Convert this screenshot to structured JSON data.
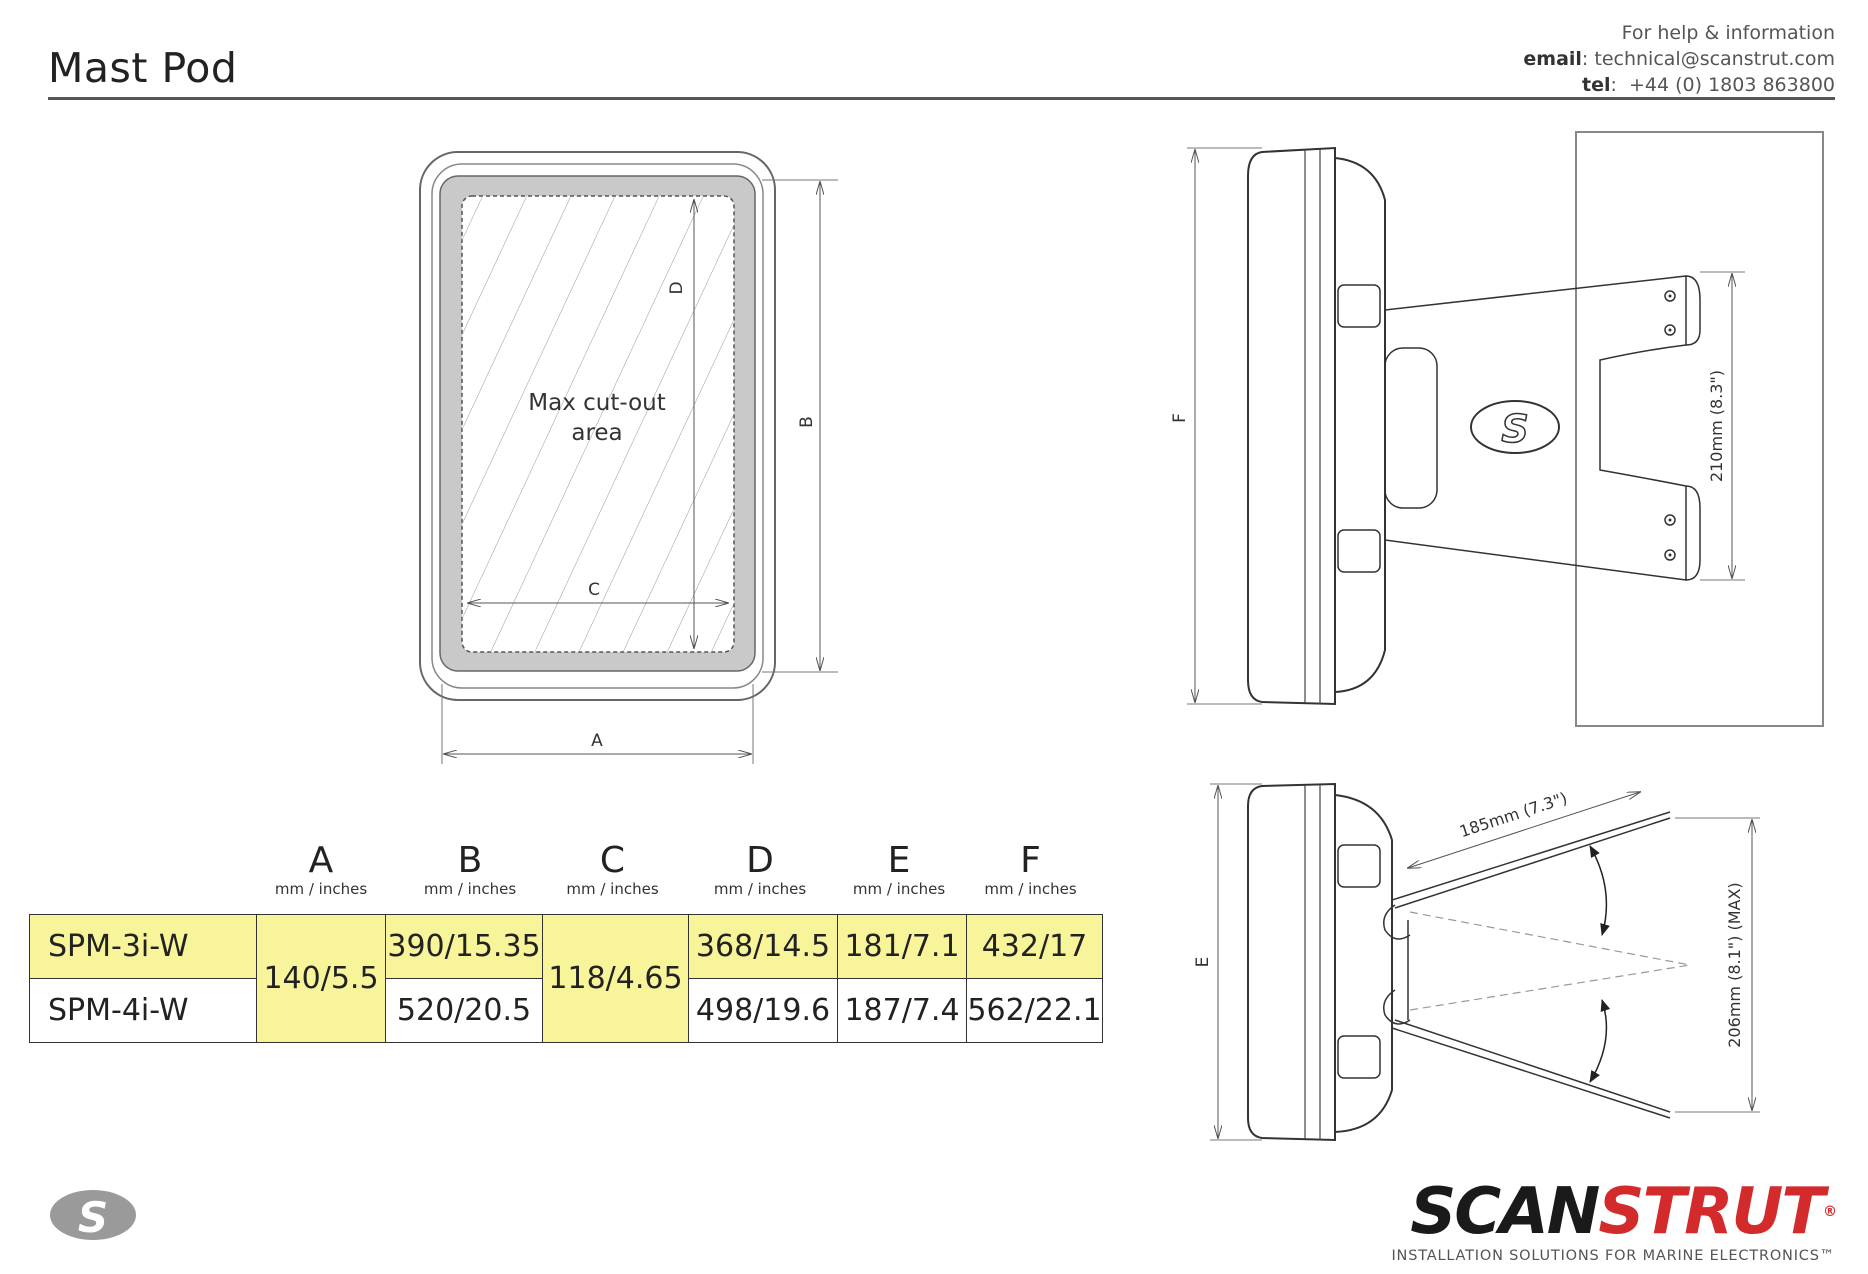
{
  "title": "Mast Pod",
  "help": {
    "heading": "For help & information",
    "email_label": "email",
    "email": "technical@scanstrut.com",
    "tel_label": "tel",
    "tel": "+44 (0) 1803 863800"
  },
  "front_view": {
    "cutout_label_line1": "Max cut-out",
    "cutout_label_line2": "area",
    "dim_a": "A",
    "dim_b": "B",
    "dim_c": "C",
    "dim_d": "D"
  },
  "side_view": {
    "dim_f": "F",
    "bracket": "210mm (8.3\")"
  },
  "mount_view": {
    "dim_e": "E",
    "arm": "185mm (7.3\")",
    "max": "206mm (8.1\") (MAX)"
  },
  "table": {
    "columns": [
      {
        "letter": "A",
        "unit": "mm / inches"
      },
      {
        "letter": "B",
        "unit": "mm / inches"
      },
      {
        "letter": "C",
        "unit": "mm / inches"
      },
      {
        "letter": "D",
        "unit": "mm / inches"
      },
      {
        "letter": "E",
        "unit": "mm / inches"
      },
      {
        "letter": "F",
        "unit": "mm / inches"
      }
    ],
    "shared_a": "140/5.5",
    "shared_c": "118/4.65",
    "rows": [
      {
        "model": "SPM-3i-W",
        "b": "390/15.35",
        "d": "368/14.5",
        "e": "181/7.1",
        "f": "432/17"
      },
      {
        "model": "SPM-4i-W",
        "b": "520/20.5",
        "d": "498/19.6",
        "e": "187/7.4",
        "f": "562/22.1"
      }
    ]
  },
  "brand": {
    "scan": "SCAN",
    "strut": "STRUT",
    "reg": "®",
    "tagline": "INSTALLATION SOLUTIONS FOR MARINE ELECTRONICS™"
  },
  "colors": {
    "highlight": "#f7f49a",
    "brand_red": "#d32b2b",
    "gasket": "#c9c9c9"
  }
}
